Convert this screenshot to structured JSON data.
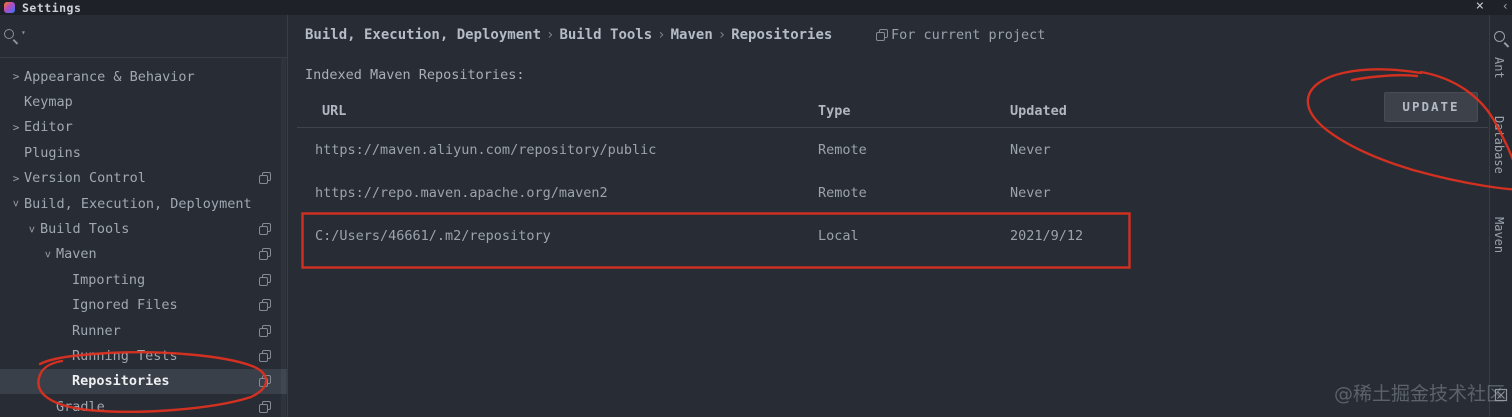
{
  "window": {
    "title": "Settings",
    "close_icon": "×",
    "collapse_icon": "‹"
  },
  "sidebar": {
    "items": [
      {
        "label": "Appearance & Behavior",
        "level": 0,
        "chevron": "collapsed",
        "badge": false,
        "selected": false
      },
      {
        "label": "Keymap",
        "level": 0,
        "chevron": "none",
        "badge": false,
        "selected": false
      },
      {
        "label": "Editor",
        "level": 0,
        "chevron": "collapsed",
        "badge": false,
        "selected": false
      },
      {
        "label": "Plugins",
        "level": 0,
        "chevron": "none",
        "badge": false,
        "selected": false
      },
      {
        "label": "Version Control",
        "level": 0,
        "chevron": "collapsed",
        "badge": true,
        "selected": false
      },
      {
        "label": "Build, Execution, Deployment",
        "level": 0,
        "chevron": "expanded",
        "badge": false,
        "selected": false
      },
      {
        "label": "Build Tools",
        "level": 1,
        "chevron": "expanded",
        "badge": true,
        "selected": false
      },
      {
        "label": "Maven",
        "level": 2,
        "chevron": "expanded",
        "badge": true,
        "selected": false
      },
      {
        "label": "Importing",
        "level": 3,
        "chevron": "none",
        "badge": true,
        "selected": false
      },
      {
        "label": "Ignored Files",
        "level": 3,
        "chevron": "none",
        "badge": true,
        "selected": false
      },
      {
        "label": "Runner",
        "level": 3,
        "chevron": "none",
        "badge": true,
        "selected": false
      },
      {
        "label": "Running Tests",
        "level": 3,
        "chevron": "none",
        "badge": true,
        "selected": false
      },
      {
        "label": "Repositories",
        "level": 3,
        "chevron": "none",
        "badge": true,
        "selected": true
      },
      {
        "label": "Gradle",
        "level": 2,
        "chevron": "none",
        "badge": true,
        "selected": false
      }
    ]
  },
  "header": {
    "breadcrumb": [
      "Build, Execution, Deployment",
      "Build Tools",
      "Maven",
      "Repositories"
    ],
    "separator": "›",
    "scope_label": "For current project"
  },
  "main": {
    "section_label": "Indexed Maven Repositories:",
    "update_button": "UPDATE",
    "table": {
      "columns": [
        "URL",
        "Type",
        "Updated"
      ],
      "rows": [
        {
          "url": "https://maven.aliyun.com/repository/public",
          "type": "Remote",
          "updated": "Never"
        },
        {
          "url": "https://repo.maven.apache.org/maven2",
          "type": "Remote",
          "updated": "Never"
        },
        {
          "url": "C:/Users/46661/.m2/repository",
          "type": "Local",
          "updated": "2021/9/12"
        }
      ]
    }
  },
  "right_strip": {
    "tools": [
      {
        "label": "Ant"
      },
      {
        "label": "Database"
      },
      {
        "label": "Maven"
      }
    ]
  },
  "watermark": "@稀土掘金技术社区",
  "colors": {
    "annotation_red": "#e1311f",
    "selection_bg": "#3a4049",
    "background": "#282c34"
  }
}
